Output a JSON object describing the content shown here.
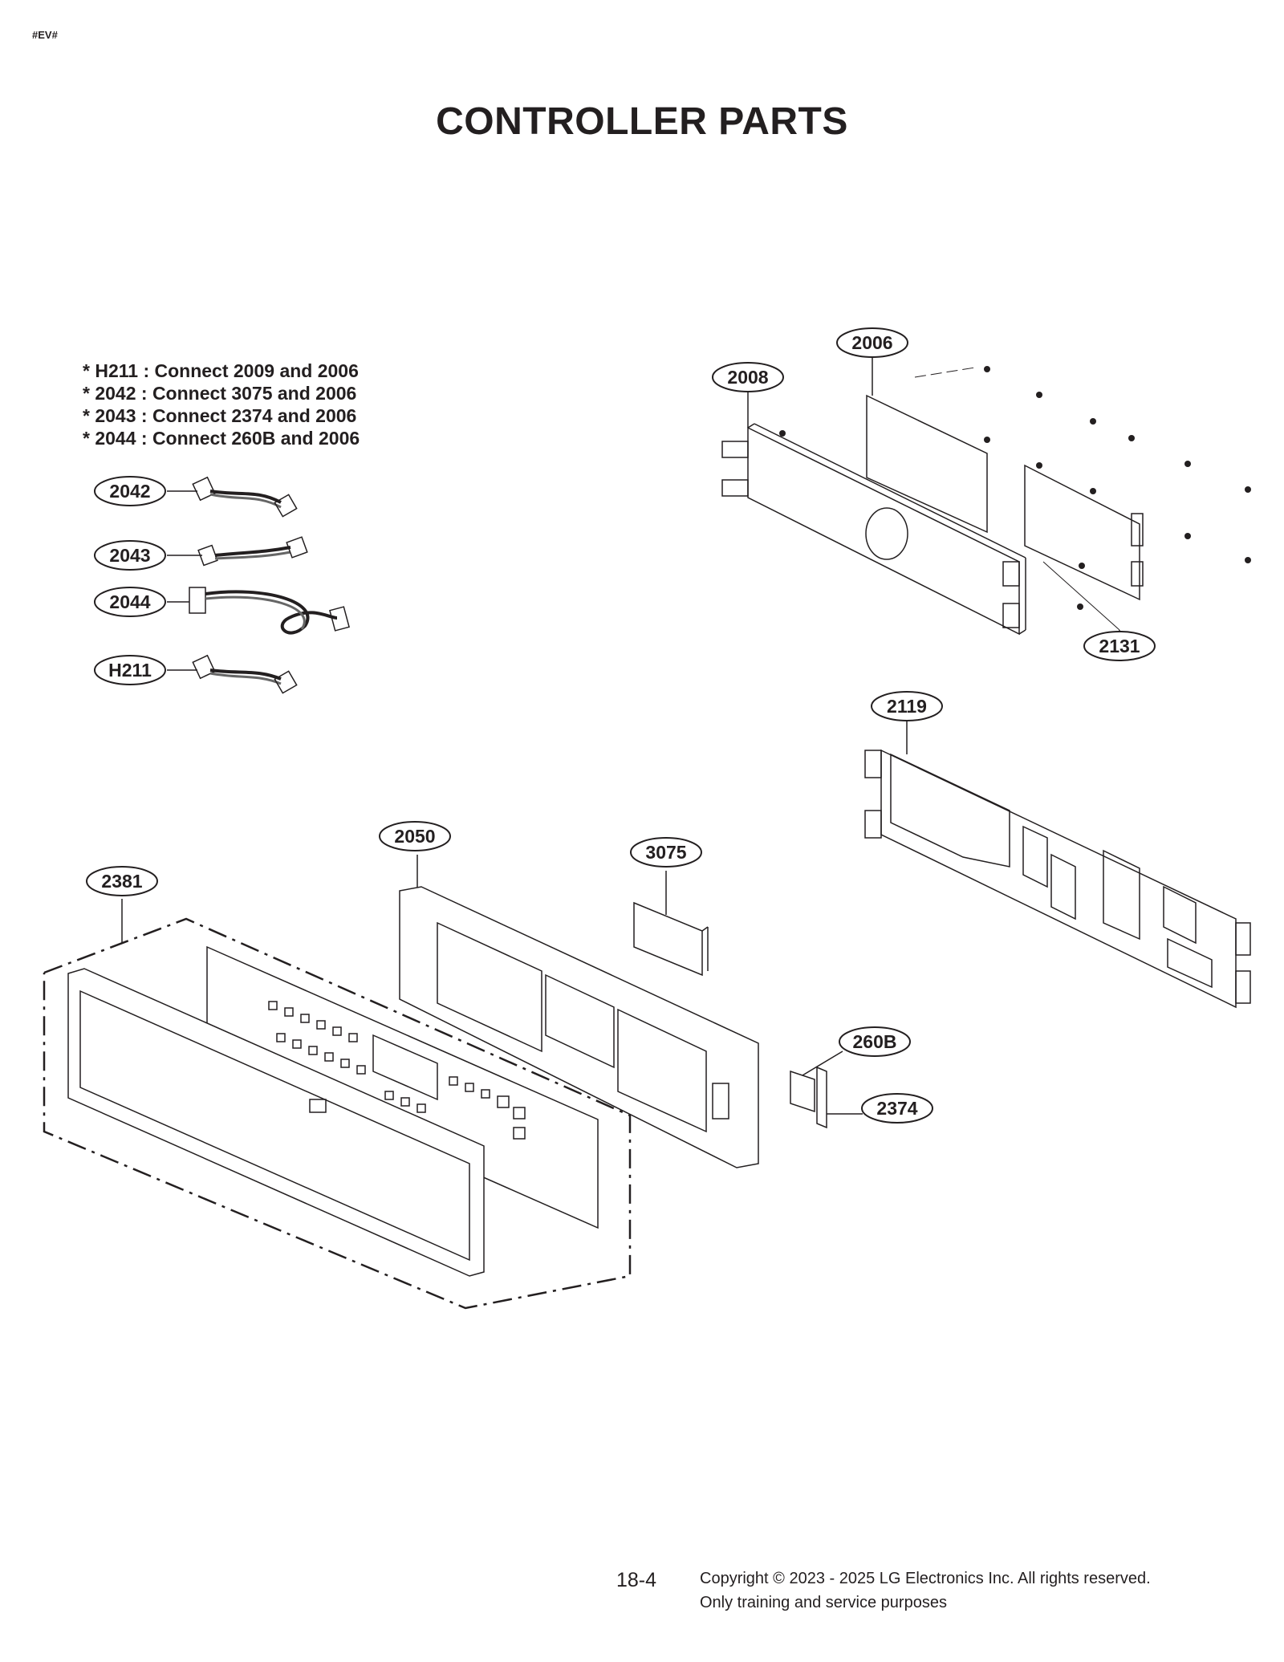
{
  "header": {
    "tag": "#EV#",
    "title": "CONTROLLER PARTS"
  },
  "notes": [
    "* H211 : Connect 2009 and 2006",
    "* 2042 : Connect 3075 and 2006",
    "* 2043 : Connect 2374 and 2006",
    "* 2044 : Connect 260B and 2006"
  ],
  "callouts": {
    "p2006": "2006",
    "p2008": "2008",
    "p2131": "2131",
    "p2119": "2119",
    "p2042": "2042",
    "p2043": "2043",
    "p2044": "2044",
    "pH211": "H211",
    "p2050": "2050",
    "p3075": "3075",
    "p2381": "2381",
    "p260B": "260B",
    "p2374": "2374"
  },
  "footer": {
    "page_number": "18-4",
    "copyright_line1": "Copyright © 2023 - 2025 LG Electronics Inc. All rights reserved.",
    "copyright_line2": "Only training and service purposes"
  }
}
